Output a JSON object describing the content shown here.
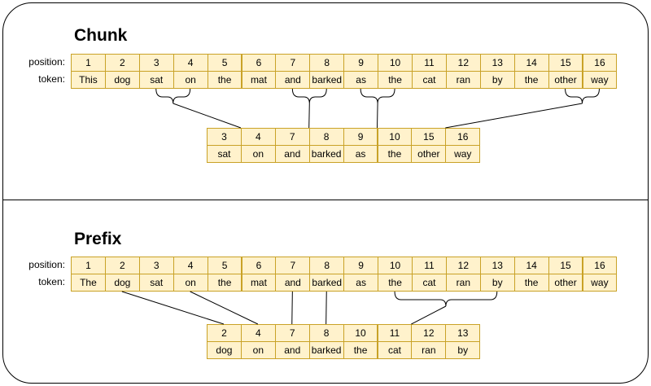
{
  "labels": {
    "position": "position:",
    "token": "token:"
  },
  "colors": {
    "cell_fill": "#fff2cc",
    "cell_border": "#c9a227",
    "line": "#000000"
  },
  "chunk": {
    "title": "Chunk",
    "positions": [
      "1",
      "2",
      "3",
      "4",
      "5",
      "6",
      "7",
      "8",
      "9",
      "10",
      "11",
      "12",
      "13",
      "14",
      "15",
      "16"
    ],
    "tokens": [
      "This",
      "dog",
      "sat",
      "on",
      "the",
      "mat",
      "and",
      "barked",
      "as",
      "the",
      "cat",
      "ran",
      "by",
      "the",
      "other",
      "way"
    ],
    "selected_positions": [
      "3",
      "4",
      "7",
      "8",
      "9",
      "10",
      "15",
      "16"
    ],
    "selected_tokens": [
      "sat",
      "on",
      "and",
      "barked",
      "as",
      "the",
      "other",
      "way"
    ],
    "groups": [
      [
        3,
        4
      ],
      [
        7,
        8
      ],
      [
        9,
        10
      ],
      [
        15,
        16
      ]
    ],
    "group_targets": [
      [
        0,
        1
      ],
      [
        2,
        3
      ],
      [
        4,
        5
      ],
      [
        6,
        7
      ]
    ]
  },
  "prefix": {
    "title": "Prefix",
    "positions": [
      "1",
      "2",
      "3",
      "4",
      "5",
      "6",
      "7",
      "8",
      "9",
      "10",
      "11",
      "12",
      "13",
      "14",
      "15",
      "16"
    ],
    "tokens": [
      "The",
      "dog",
      "sat",
      "on",
      "the",
      "mat",
      "and",
      "barked",
      "as",
      "the",
      "cat",
      "ran",
      "by",
      "the",
      "other",
      "way"
    ],
    "selected_positions": [
      "2",
      "4",
      "7",
      "8",
      "10",
      "11",
      "12",
      "13"
    ],
    "selected_tokens": [
      "dog",
      "on",
      "and",
      "barked",
      "the",
      "cat",
      "ran",
      "by"
    ],
    "single_links": [
      [
        2,
        0
      ],
      [
        4,
        1
      ],
      [
        7,
        2
      ],
      [
        8,
        3
      ]
    ],
    "groups": [
      [
        10,
        13
      ]
    ],
    "group_targets": [
      [
        4,
        7
      ]
    ]
  }
}
